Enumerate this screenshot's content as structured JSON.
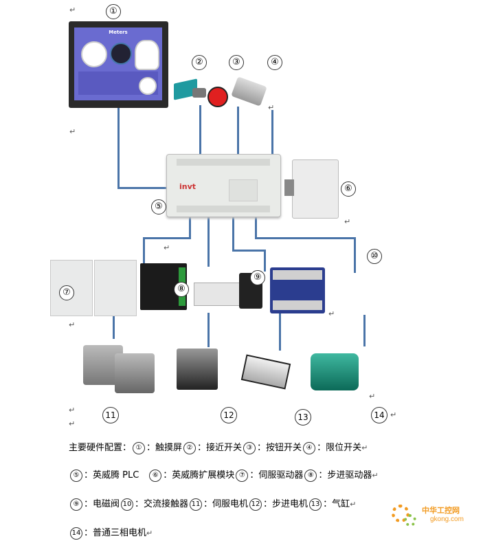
{
  "labels": {
    "n1": "①",
    "n2": "②",
    "n3": "③",
    "n4": "④",
    "n5": "⑤",
    "n6": "⑥",
    "n7": "⑦",
    "n8": "⑧",
    "n9": "⑨",
    "n10": "⑩",
    "n11": "11",
    "n12": "12",
    "n13": "13",
    "n14": "14"
  },
  "hmi": {
    "screen_title": "Meters"
  },
  "plc": {
    "brand": "invt"
  },
  "caption": {
    "line1": [
      "主要硬件配置：",
      "①",
      "：触摸屏",
      "②",
      "：接近开关",
      "③",
      "：按钮开关",
      "④",
      "：限位开关"
    ],
    "line2": [
      "⑤",
      "：英威腾 PLC　",
      "⑥",
      "：英威腾扩展模块",
      "⑦",
      "：伺服驱动器",
      "⑧",
      "：步进驱动器"
    ],
    "line3": [
      "⑨",
      "：电磁阀",
      "10",
      "：交流接触器",
      "11",
      "：伺服电机",
      "12",
      "：步进电机",
      "13",
      "：气缸"
    ],
    "line4": [
      "14",
      "：普通三相电机"
    ]
  },
  "return_mark": "↵",
  "watermark": {
    "text_cn": "中华工控网",
    "text_url": "gkong.com"
  },
  "colors": {
    "wire": "#4a74a8",
    "hmi_screen": "#6a6bd0",
    "contactor": "#2b3d8f",
    "sensor": "#1f9aa0",
    "button_red": "#e02020"
  }
}
